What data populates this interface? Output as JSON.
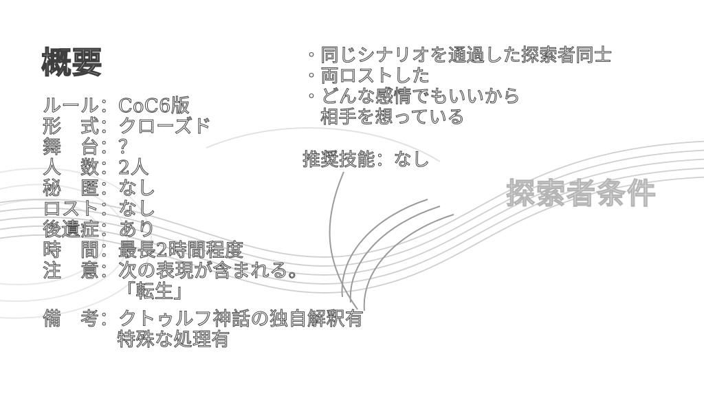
{
  "title": "概要",
  "overview": {
    "lines": [
      {
        "text": "ルール：CoC6版"
      },
      {
        "text": "形　式：クローズド"
      },
      {
        "text": "舞　台：？"
      },
      {
        "text": "人　数：2人"
      },
      {
        "text": "秘　匿：なし"
      },
      {
        "text": "ロスト：なし"
      },
      {
        "text": "後遺症：あり"
      },
      {
        "text": "時　間：最長2時間程度"
      },
      {
        "text": "注　意：次の表現が含まれる。"
      },
      {
        "text": "「転生」"
      },
      {
        "text": "備　考：クトゥルフ神話の独自解釈有"
      },
      {
        "text": "特殊な処理有"
      }
    ]
  },
  "conditions": {
    "title": "探索者条件",
    "bullets": [
      {
        "text": "・同じシナリオを通過した探索者同士"
      },
      {
        "text": "・両ロストした"
      },
      {
        "text": "・どんな感情でもいいから"
      },
      {
        "text": "相手を想っている"
      }
    ],
    "skills": "推奨技能：なし"
  }
}
